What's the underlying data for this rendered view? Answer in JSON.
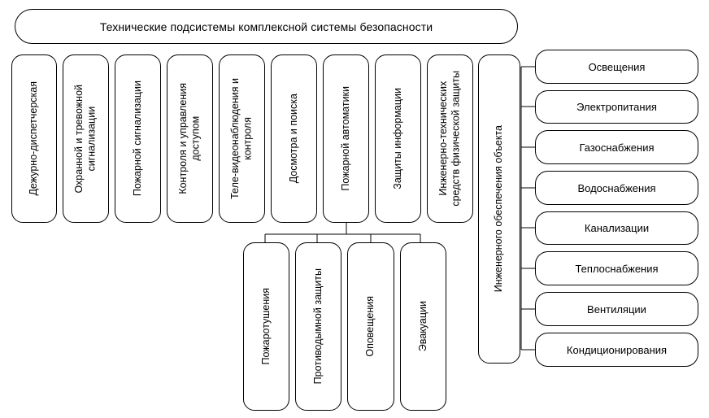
{
  "title": "Технические подсистемы комплексной системы безопасности",
  "subsystems": [
    "Дежурно-диспетчерская",
    "Охранной и тревожной\nсигнализации",
    "Пожарной сигнализации",
    "Контроля и управления\nдоступом",
    "Теле-видеонаблюдения и\nконтроля",
    "Досмотра и поиска",
    "Пожарной автоматики",
    "Защиты информации",
    "Инженерно-технических\nсредств физической защиты",
    "Инженерного обеспечения объекта"
  ],
  "fire_automation": [
    "Пожаротушения",
    "Противодымной защиты",
    "Оповещения",
    "Эвакуации"
  ],
  "engineering_support": [
    "Освещения",
    "Электропитания",
    "Газоснабжения",
    "Водоснабжения",
    "Канализации",
    "Теплоснабжения",
    "Вентиляции",
    "Кондиционирования"
  ]
}
